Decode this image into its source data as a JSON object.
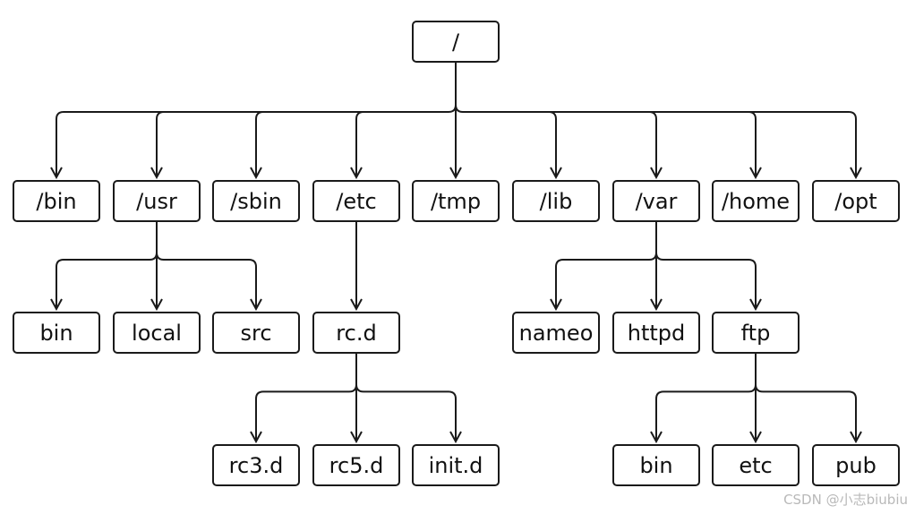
{
  "diagram": {
    "title": "",
    "stroke_color": "#1a1a1a",
    "nodes": {
      "root": "/",
      "bin": "/bin",
      "usr": "/usr",
      "sbin": "/sbin",
      "etc": "/etc",
      "tmp": "/tmp",
      "lib": "/lib",
      "var": "/var",
      "home": "/home",
      "opt": "/opt",
      "usr_bin": "bin",
      "usr_local": "local",
      "usr_src": "src",
      "etc_rcd": "rc.d",
      "var_nameo": "nameo",
      "var_httpd": "httpd",
      "var_ftp": "ftp",
      "rcd_rc3": "rc3.d",
      "rcd_rc5": "rc5.d",
      "rcd_init": "init.d",
      "ftp_bin": "bin",
      "ftp_etc": "etc",
      "ftp_pub": "pub"
    },
    "edges": [
      [
        "root",
        "bin"
      ],
      [
        "root",
        "usr"
      ],
      [
        "root",
        "sbin"
      ],
      [
        "root",
        "etc"
      ],
      [
        "root",
        "tmp"
      ],
      [
        "root",
        "lib"
      ],
      [
        "root",
        "var"
      ],
      [
        "root",
        "home"
      ],
      [
        "root",
        "opt"
      ],
      [
        "usr",
        "usr_bin"
      ],
      [
        "usr",
        "usr_local"
      ],
      [
        "usr",
        "usr_src"
      ],
      [
        "etc",
        "etc_rcd"
      ],
      [
        "var",
        "var_nameo"
      ],
      [
        "var",
        "var_httpd"
      ],
      [
        "var",
        "var_ftp"
      ],
      [
        "etc_rcd",
        "rcd_rc3"
      ],
      [
        "etc_rcd",
        "rcd_rc5"
      ],
      [
        "etc_rcd",
        "rcd_init"
      ],
      [
        "var_ftp",
        "ftp_bin"
      ],
      [
        "var_ftp",
        "ftp_etc"
      ],
      [
        "var_ftp",
        "ftp_pub"
      ]
    ]
  },
  "watermark": "CSDN @小志biubiu"
}
